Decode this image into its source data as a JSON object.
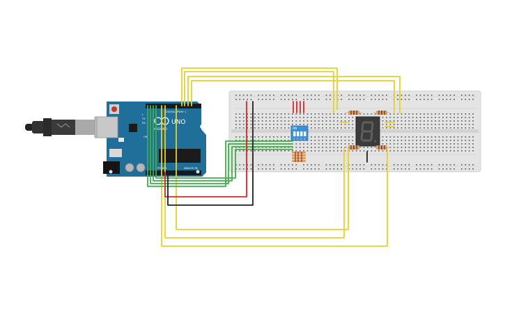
{
  "arduino": {
    "logo_text": "UNO",
    "brand_text": "ARDUINO",
    "digital_header_label": "DIGITAL (PWM~)",
    "analog_header_label": "ANALOG IN",
    "power_header_label": "POWER",
    "tx_label": "TX",
    "rx_label": "RX",
    "l_label": "L",
    "on_label": "ON"
  },
  "dip_switch": {
    "on_label": "ON",
    "position_labels": [
      "1",
      "2",
      "3",
      "4"
    ]
  },
  "seven_segment": {
    "digit": "8"
  },
  "colors": {
    "signal_wire": "#e6d22b",
    "switch_wire": "#3fae49",
    "power_wire": "#d9262b",
    "ground_wire": "#1e1e1e",
    "board_blue": "#1f6f9a",
    "breadboard": "#e6e6e6"
  }
}
